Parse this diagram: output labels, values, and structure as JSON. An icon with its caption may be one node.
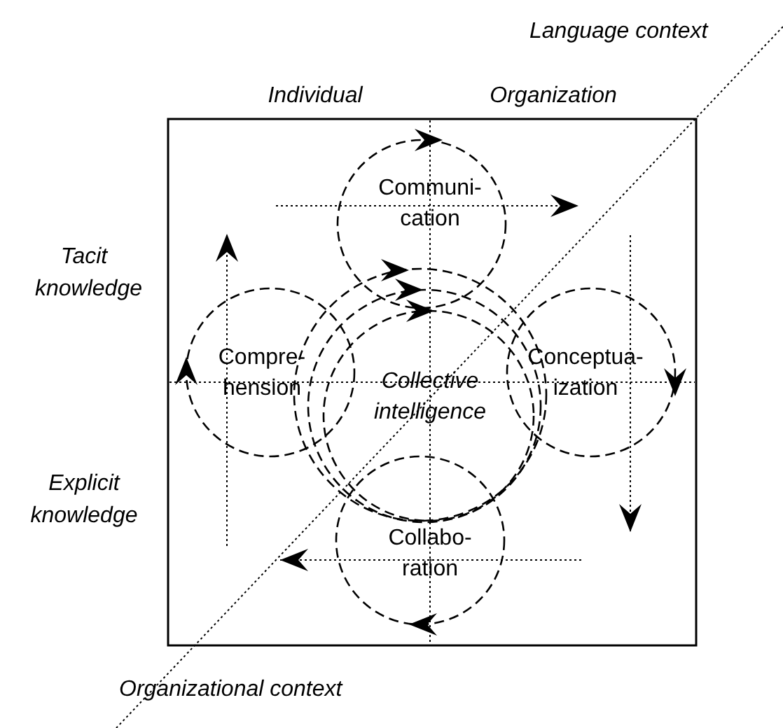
{
  "diagram": {
    "nodes": [
      {
        "text": [
          "Communi- cation"
        ]
      },
      {
        "text": [
          "Compre- hension"
        ]
      },
      {
        "text": [
          "Collective intelligence"
        ]
      },
      {
        "text": [
          "Conceptua- ization"
        ]
      },
      {
        "text": [
          "Collabo- ration"
        ]
      }
    ],
    "labels": [
      "Language context",
      "Individual",
      "Organization",
      "Tacit knowledge",
      "Explicit knowledge",
      "Organizational context"
    ]
  }
}
